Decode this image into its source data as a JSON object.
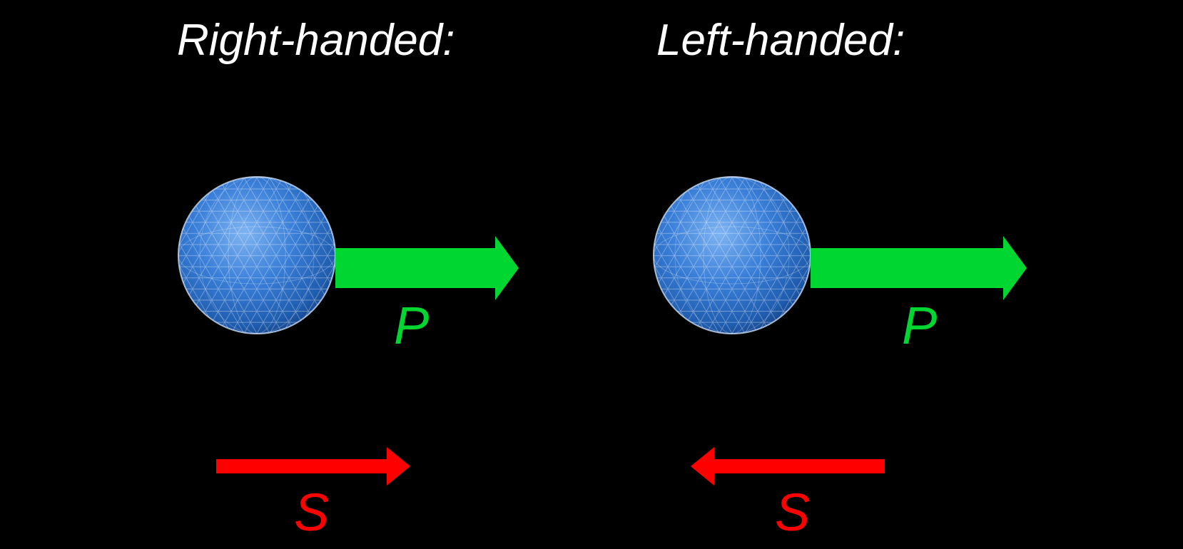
{
  "panels": [
    {
      "title": "Right-handed:",
      "momentum": {
        "label": "P",
        "direction": "right"
      },
      "spin": {
        "label": "S",
        "direction": "right"
      }
    },
    {
      "title": "Left-handed:",
      "momentum": {
        "label": "P",
        "direction": "right"
      },
      "spin": {
        "label": "S",
        "direction": "left"
      }
    }
  ],
  "colors": {
    "background": "#000000",
    "title": "#ffffff",
    "momentum": "#00d632",
    "spin": "#ff0000",
    "sphere": "#3a7fd8",
    "mesh": "#ffffff"
  }
}
